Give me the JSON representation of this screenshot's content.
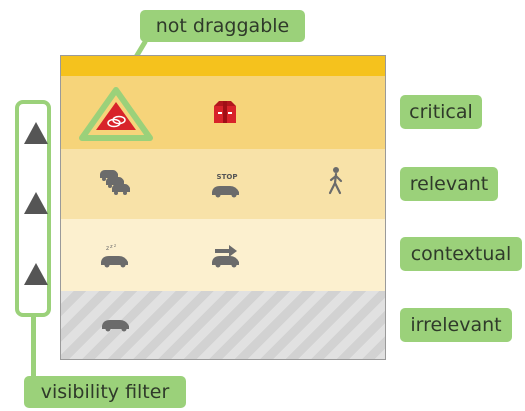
{
  "callouts": {
    "not_draggable": "not draggable",
    "visibility_filter": "visibility filter"
  },
  "levels": {
    "critical": "critical",
    "relevant": "relevant",
    "contextual": "contextual",
    "irrelevant": "irrelevant"
  },
  "icons": {
    "stop_label": "STOP"
  },
  "colors": {
    "accent_green": "#9bd17a",
    "critical_band": "#f6d47a",
    "relevant_band": "#f8e2a8",
    "contextual_band": "#fcf0cf",
    "top_strip": "#f5c21d",
    "hazard_red": "#d8232a"
  }
}
